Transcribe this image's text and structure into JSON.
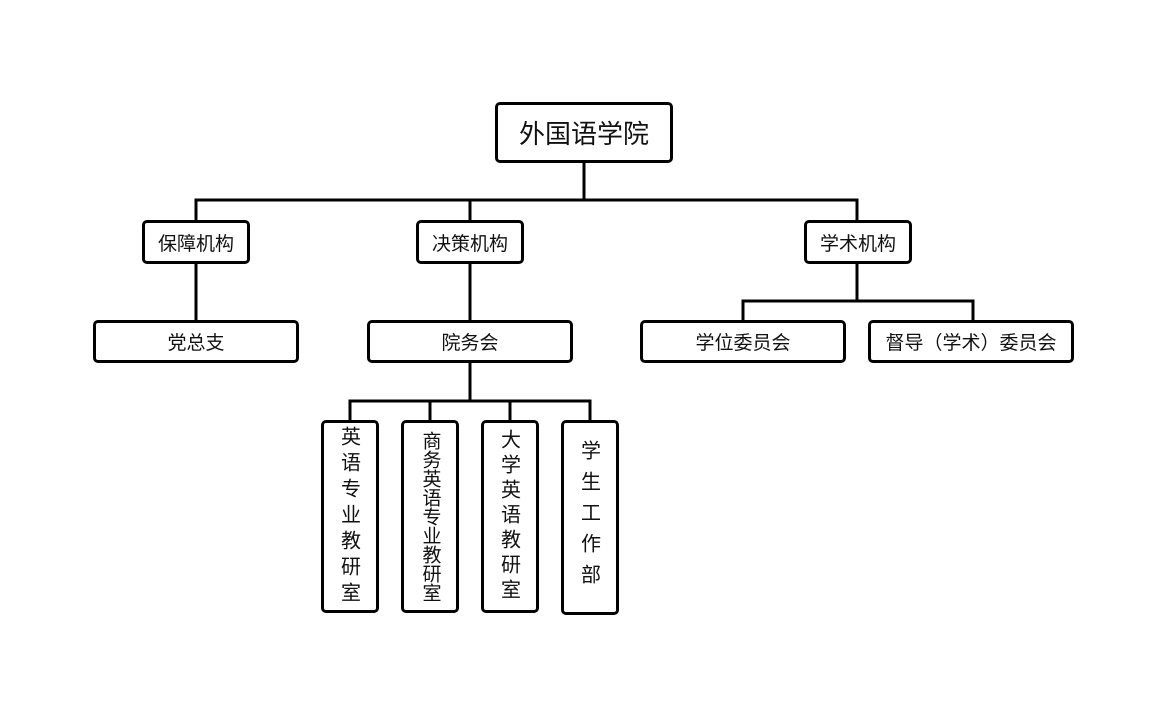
{
  "root": {
    "label": "外国语学院"
  },
  "level1": {
    "support": "保障机构",
    "decision": "决策机构",
    "academic": "学术机构"
  },
  "level2": {
    "party_branch": "党总支",
    "college_council": "院务会",
    "degree_committee": "学位委员会",
    "supervision_committee": "督导（学术）委员会"
  },
  "level3": {
    "english_dept": "英语专业教研室",
    "business_english_dept": "商务英语专业教研室",
    "college_english_dept": "大学英语教研室",
    "student_affairs": "学生工作部"
  }
}
